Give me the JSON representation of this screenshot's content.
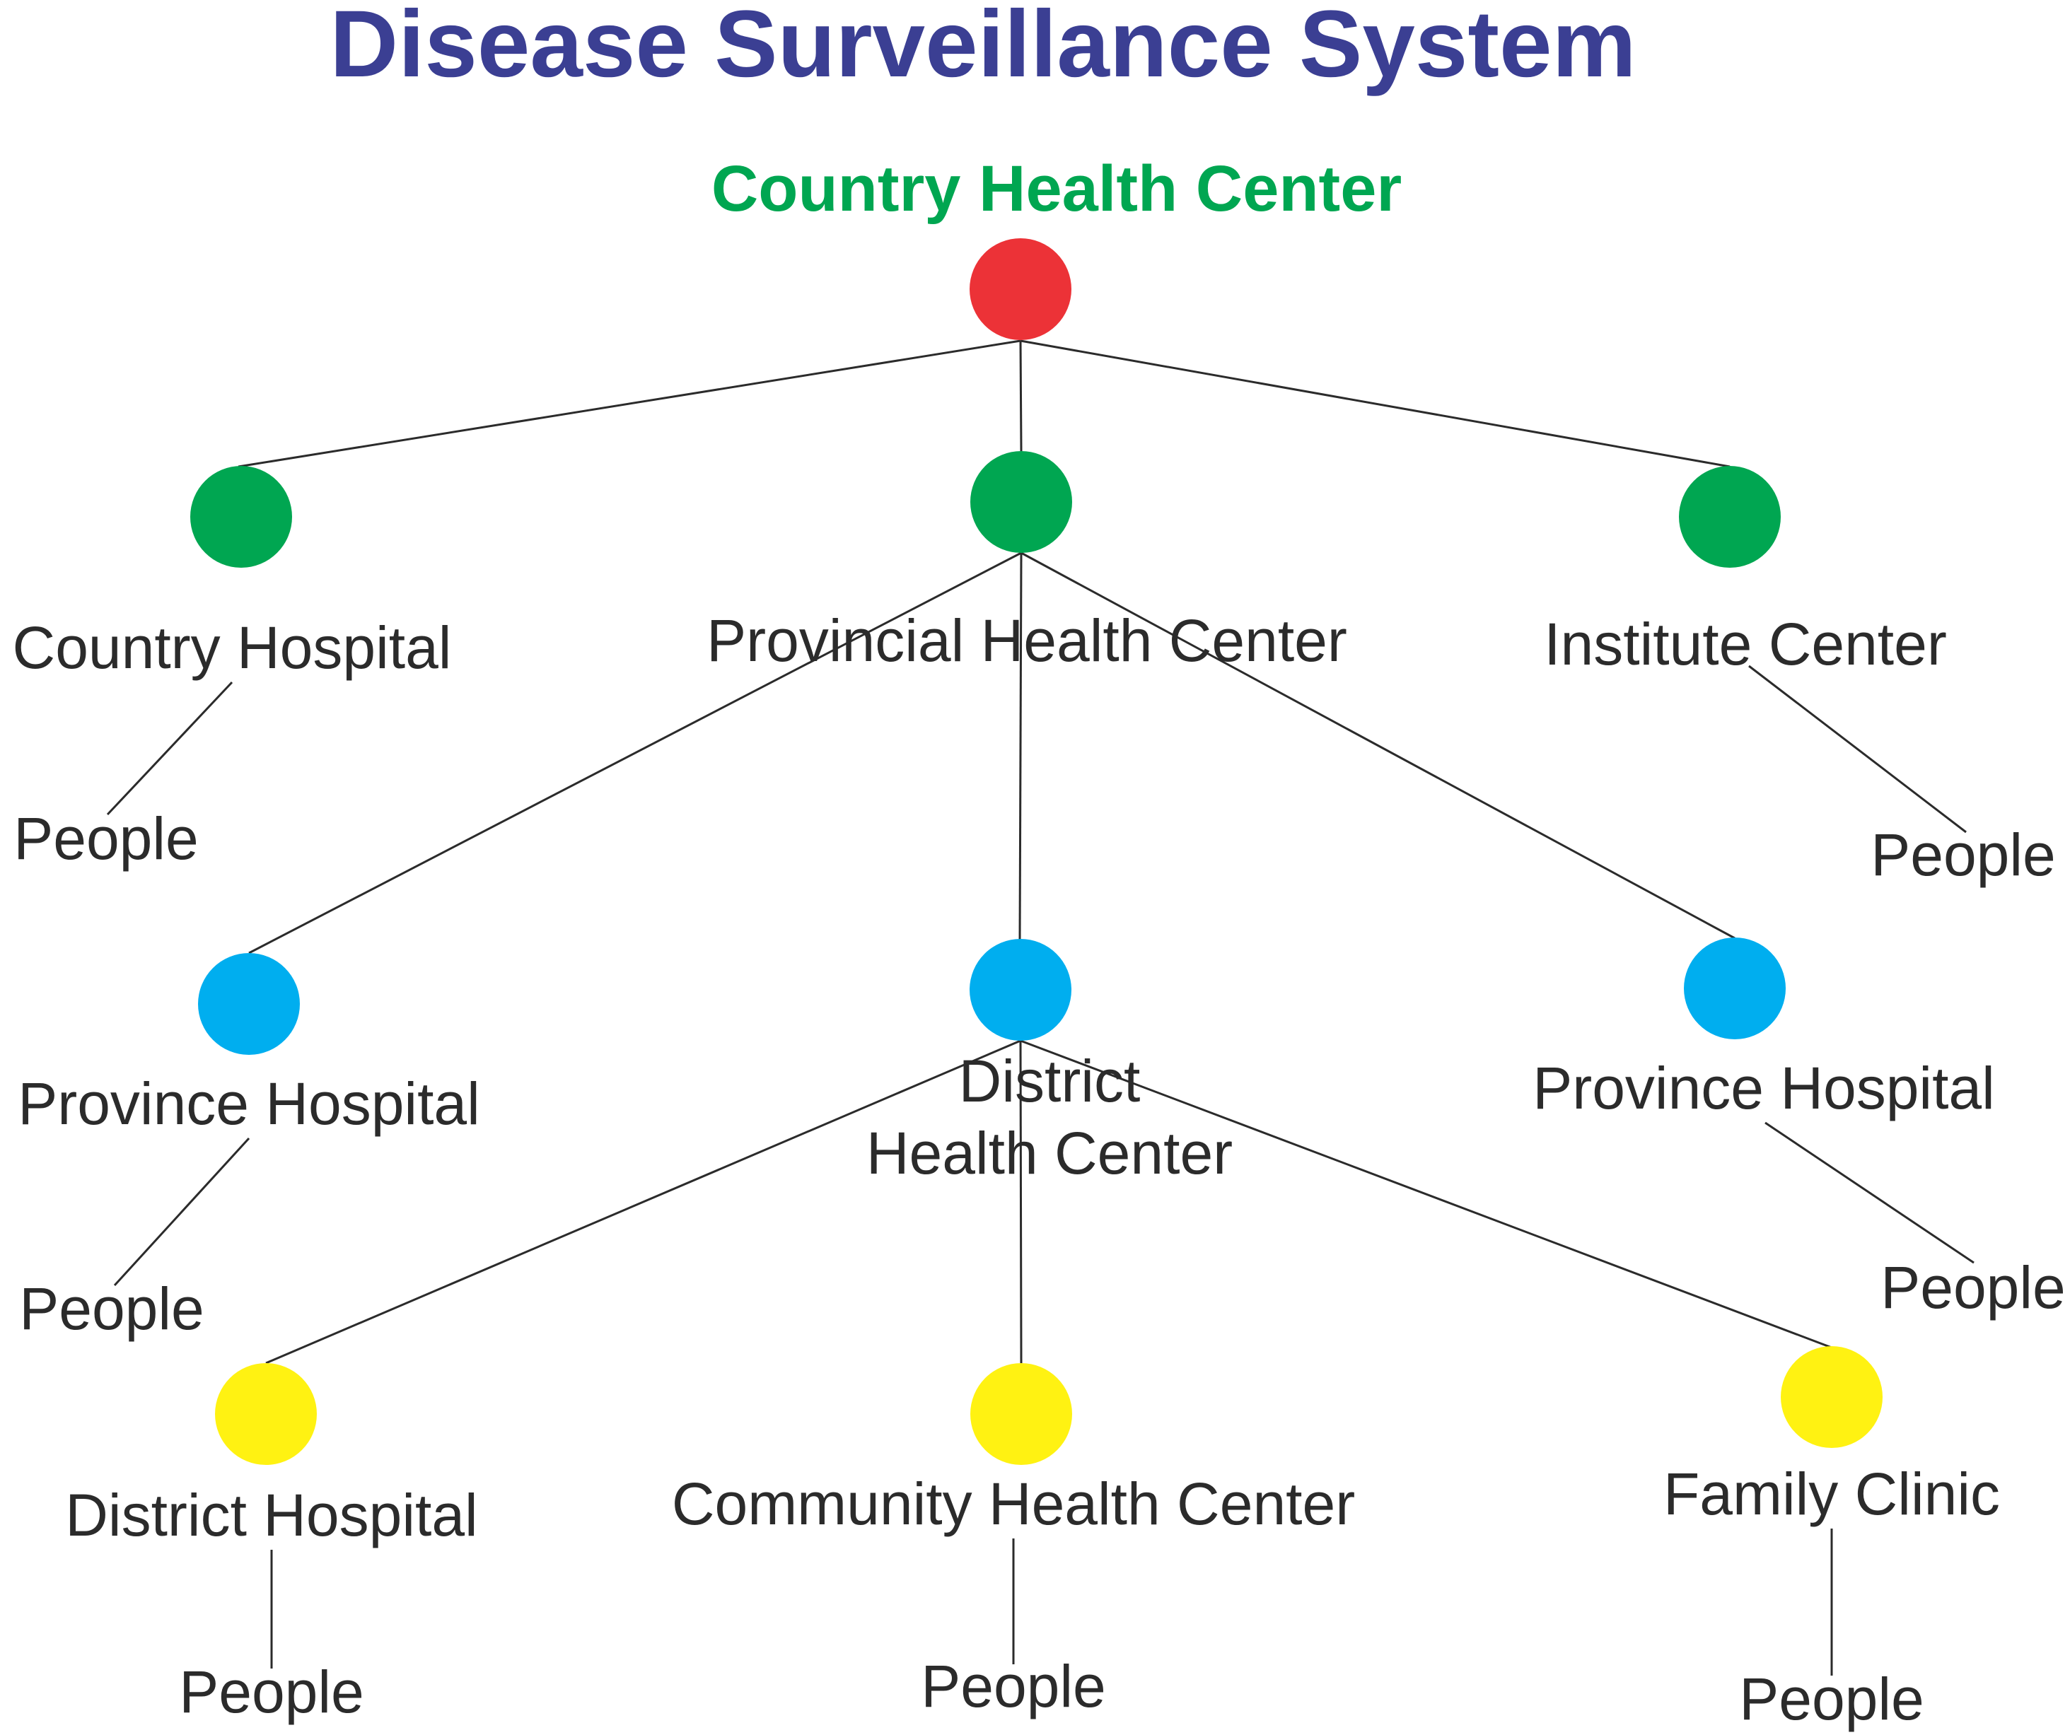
{
  "title": "Disease Surveillance System",
  "root_label": "Country Health Center",
  "colors": {
    "title": "#3b3f93",
    "root_label": "#00a651",
    "text": "#2b2b2b",
    "line": "#2b2b2b",
    "level_0": "#ec3237",
    "level_1": "#00a651",
    "level_2": "#00aeef",
    "level_3": "#fff212"
  },
  "nodes": {
    "root": {
      "level": 0
    },
    "country_hospital": {
      "level": 1,
      "label": "Country Hospital",
      "people": "People"
    },
    "provincial_health_center": {
      "level": 1,
      "label": "Provincial Health Center"
    },
    "institute_center": {
      "level": 1,
      "label": "Institute Center",
      "people": "People"
    },
    "province_hospital_left": {
      "level": 2,
      "label": "Province Hospital",
      "people": "People"
    },
    "district_health_center": {
      "level": 2,
      "label_line1": "District",
      "label_line2": "Health Center"
    },
    "province_hospital_right": {
      "level": 2,
      "label": "Province Hospital",
      "people": "People"
    },
    "district_hospital": {
      "level": 3,
      "label": "District Hospital",
      "people": "People"
    },
    "community_health_center": {
      "level": 3,
      "label": "Community Health Center",
      "people": "People"
    },
    "family_clinic": {
      "level": 3,
      "label": "Family Clinic",
      "people": "People"
    }
  }
}
